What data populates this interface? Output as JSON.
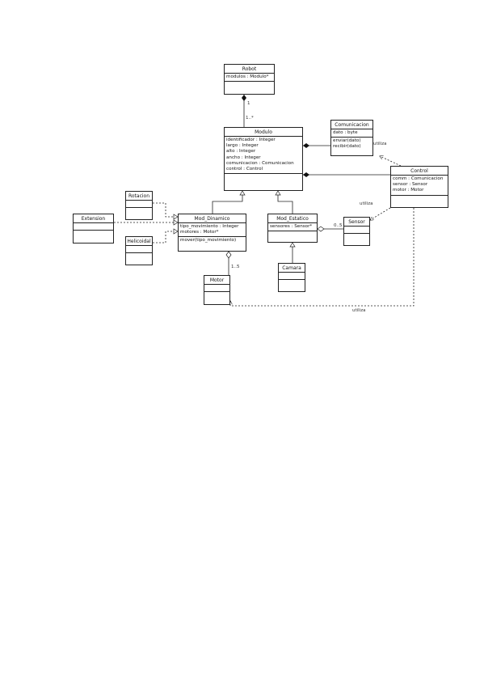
{
  "classes": {
    "robot": {
      "name": "Robot",
      "attrs": [
        "modulos : Modulo*"
      ],
      "ops": []
    },
    "modulo": {
      "name": "Modulo",
      "attrs": [
        "identificador : Integer",
        "largo : Integer",
        "alto : Integer",
        "ancho : Integer",
        "comunicacion : Comunicacion",
        "control : Control"
      ],
      "ops": []
    },
    "comunicacion": {
      "name": "Comunicacion",
      "attrs": [
        "dato : byte"
      ],
      "ops": [
        "enviar(dato)",
        "recibir(dato)"
      ]
    },
    "control": {
      "name": "Control",
      "attrs": [
        "comm : Comunicacion",
        "sensor : Sensor",
        "motor : Motor"
      ],
      "ops": []
    },
    "rotacion": {
      "name": "Rotacion",
      "attrs": [],
      "ops": []
    },
    "extension": {
      "name": "Extension",
      "attrs": [],
      "ops": []
    },
    "helicoidal": {
      "name": "Helicoidal",
      "attrs": [],
      "ops": []
    },
    "mod_dinamico": {
      "name": "Mod_Dinamico",
      "attrs": [
        "tipo_movimiento : Integer",
        "motores : Motor*"
      ],
      "ops": [
        "mover(tipo_movimiento)"
      ]
    },
    "mod_estatico": {
      "name": "Mod_Estatico",
      "attrs": [
        "sensores : Sensor*"
      ],
      "ops": []
    },
    "sensor": {
      "name": "Sensor",
      "attrs": [],
      "ops": []
    },
    "camara": {
      "name": "Camara",
      "attrs": [],
      "ops": []
    },
    "motor": {
      "name": "Motor",
      "attrs": [],
      "ops": []
    }
  },
  "labels": {
    "robot_modulo_top": "1",
    "robot_modulo_bottom": "1..*",
    "control_comunicacion": "utiliza",
    "control_sensor": "utiliza",
    "control_motor": "utiliza",
    "estatico_sensor": "0..5",
    "dinamico_motor": "1..5"
  }
}
